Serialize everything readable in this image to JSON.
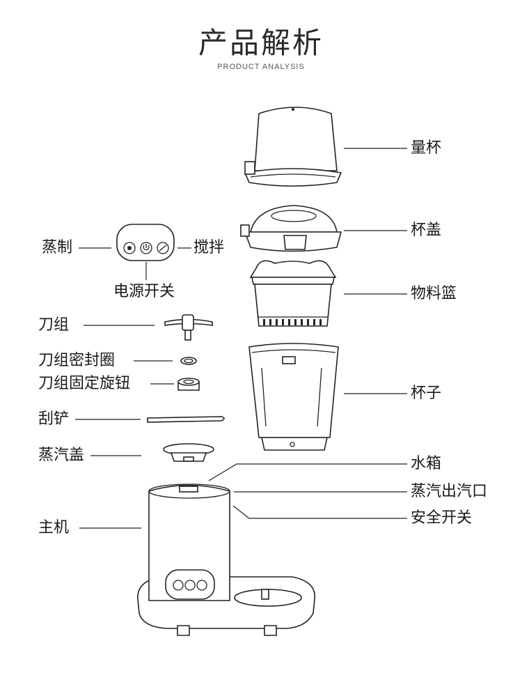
{
  "header": {
    "title": "产品解析",
    "subtitle": "PRODUCT ANALYSIS"
  },
  "labels": {
    "measuring_cup": "量杯",
    "cup_lid": "杯盖",
    "basket": "物料篮",
    "cup": "杯子",
    "water_tank": "水箱",
    "steam_outlet": "蒸汽出汽口",
    "safety_switch": "安全开关",
    "steam": "蒸制",
    "blend": "搅拌",
    "power_switch": "电源开关",
    "blade": "刀组",
    "blade_seal": "刀组密封圈",
    "blade_nut": "刀组固定旋钮",
    "spatula": "刮铲",
    "steam_lid": "蒸汽盖",
    "main_unit": "主机"
  },
  "icons": {
    "steam_button": "steam-icon",
    "power_button": "power-icon",
    "blend_button": "blend-icon"
  },
  "colors": {
    "line": "#222222",
    "text": "#1a1a1a"
  }
}
